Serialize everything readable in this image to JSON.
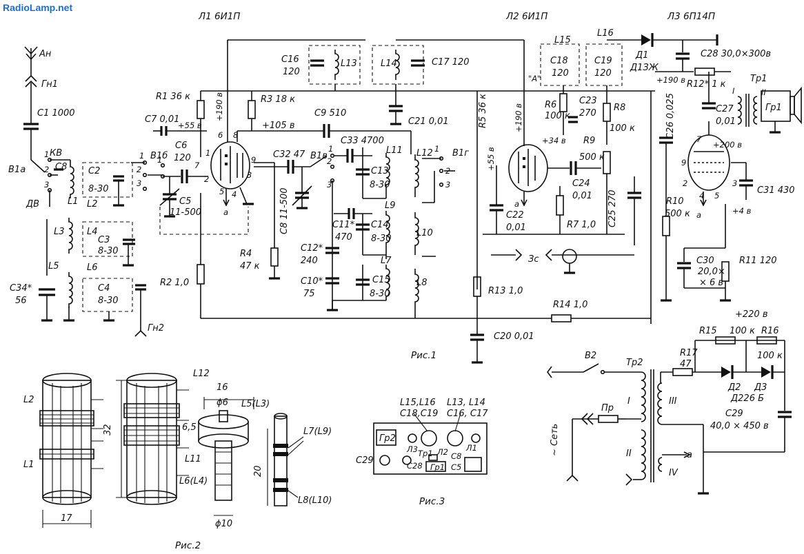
{
  "watermark": "RadioLamp.net",
  "figures": {
    "fig1": "Рис.1",
    "fig2": "Рис.2",
    "fig3": "Рис.3"
  },
  "tubes": {
    "l1": "Л1 6И1П",
    "l2": "Л2 6И1П",
    "l3": "Л3 6П14П"
  },
  "input": {
    "antenna": "Ан",
    "gn1": "Гн1",
    "gn2": "Гн2",
    "c1": "С1 1000",
    "b1a": "В1а",
    "kv": "КВ",
    "dv": "ДВ",
    "c34": "С34*",
    "c34v": "56"
  },
  "coils": {
    "l1": "L1",
    "l2": "L2",
    "l3": "L3",
    "l4": "L4",
    "l5": "L5",
    "l6": "L6",
    "l7": "L7",
    "l8": "L8",
    "l9": "L9",
    "l10": "L10",
    "l11": "L11",
    "l12": "L12",
    "l13": "L13",
    "l14": "L14",
    "l15": "L15",
    "l16": "L16"
  },
  "caps": {
    "c2": "С2",
    "c2v": "8-30",
    "c3": "С3",
    "c3v": "8-30",
    "c4": "С4",
    "c4v": "8-30",
    "c5": "С5",
    "c5v": "11-500",
    "c6": "С6",
    "c6v": "120",
    "c7": "С7 0,01",
    "c8": "С8 11-500",
    "c9": "С9 510",
    "c10": "С10*",
    "c10v": "75",
    "c11": "С11*",
    "c11v": "470",
    "c12": "С12*",
    "c12v": "240",
    "c13": "С13",
    "c13v": "8-30",
    "c14": "С14",
    "c14v": "8-30",
    "c15": "С15",
    "c15v": "8-30",
    "c16": "С16",
    "c16v": "120",
    "c17": "С17 120",
    "c18": "С18",
    "c18v": "120",
    "c19": "С19",
    "c19v": "120",
    "c20": "С20 0,01",
    "c21": "С21 0,01",
    "c22": "С22",
    "c22v": "0,01",
    "c23": "С23",
    "c23v": "270",
    "c24": "С24",
    "c24v": "0,01",
    "c25": "С25 270",
    "c26": "С26 0,025",
    "c27": "С27",
    "c27v": "0,01",
    "c28": "С28 30,0×300в",
    "c29": "С29",
    "c29v": "40,0 × 450 в",
    "c30": "С30",
    "c30v": "20,0×",
    "c30v2": "× 6 в",
    "c31": "С31 430",
    "c32": "С32 47",
    "c33": "С33 4700",
    "c8b": "С8",
    "c5b": "С5"
  },
  "resistors": {
    "r1": "R1 36 к",
    "r2": "R2 1,0",
    "r3": "R3 18 к",
    "r4": "R4",
    "r4v": "47 к",
    "r5": "R5 36 к",
    "r6": "R6",
    "r6v": "100 к",
    "r7": "R7 1,0",
    "r8": "R8",
    "r8v": "100 к",
    "r9": "R9",
    "r9v": "500 к",
    "r10": "R10",
    "r10v": "500 к",
    "r11": "R11 120",
    "r12": "R12* 1 к",
    "r13": "R13 1,0",
    "r14": "R14 1,0",
    "r15": "R15",
    "r15v": "100 к",
    "r16": "R16",
    "r16v": "100 к",
    "r17": "R17",
    "r17v": "47"
  },
  "voltages": {
    "v55": "+55 в",
    "v105": "+105 в",
    "v190a": "+190 в",
    "v55b": "+55 в",
    "v190b": "+190 в",
    "v34": "+34 в",
    "v190c": "+190 в",
    "v200": "+200 в",
    "v4": "+4 в",
    "v220": "+220 в"
  },
  "switches": {
    "b1b": "В1б",
    "b1v": "В1в",
    "b1g": "В1г",
    "b2": "В2",
    "zs": "Зс"
  },
  "output": {
    "tr1": "Тр1",
    "gr1": "Гр1",
    "tr2": "Тр2",
    "d1": "Д1",
    "d1t": "Д1ЗЖ",
    "d2": "Д2",
    "d3": "Д3",
    "d226": "Д226 Б",
    "pr": "Пр",
    "set": "~ Сеть",
    "wI": "I",
    "wII": "II",
    "wIII": "III",
    "wIV": "IV",
    "a": "а"
  },
  "pins": {
    "p1": "1",
    "p2": "2",
    "p3": "3",
    "p4": "4",
    "p5": "5",
    "p6": "6",
    "p7": "7",
    "p8": "8",
    "p9": "9"
  },
  "fig2": {
    "d16": "16",
    "d6": "ϕ6",
    "d65": "6,5",
    "d20": "20",
    "d10": "ϕ10",
    "d32": "32",
    "d17": "17",
    "l5l3": "L5(L3)",
    "l7l9": "L7(L9)",
    "l6l4": "L6(L4)",
    "l8l10": "L8(L10)"
  },
  "fig3": {
    "h1": "L15,L16",
    "h2": "С18,С19",
    "h3": "L13, L14",
    "h4": "С16, С17",
    "gr2": "Гр2",
    "c29": "С29",
    "l3": "Л3",
    "tr1": "Тр1",
    "c28": "С28",
    "l2": "Л2",
    "gr1": "Гр1",
    "c8": "С8",
    "c5": "С5",
    "l1": "Л1"
  }
}
